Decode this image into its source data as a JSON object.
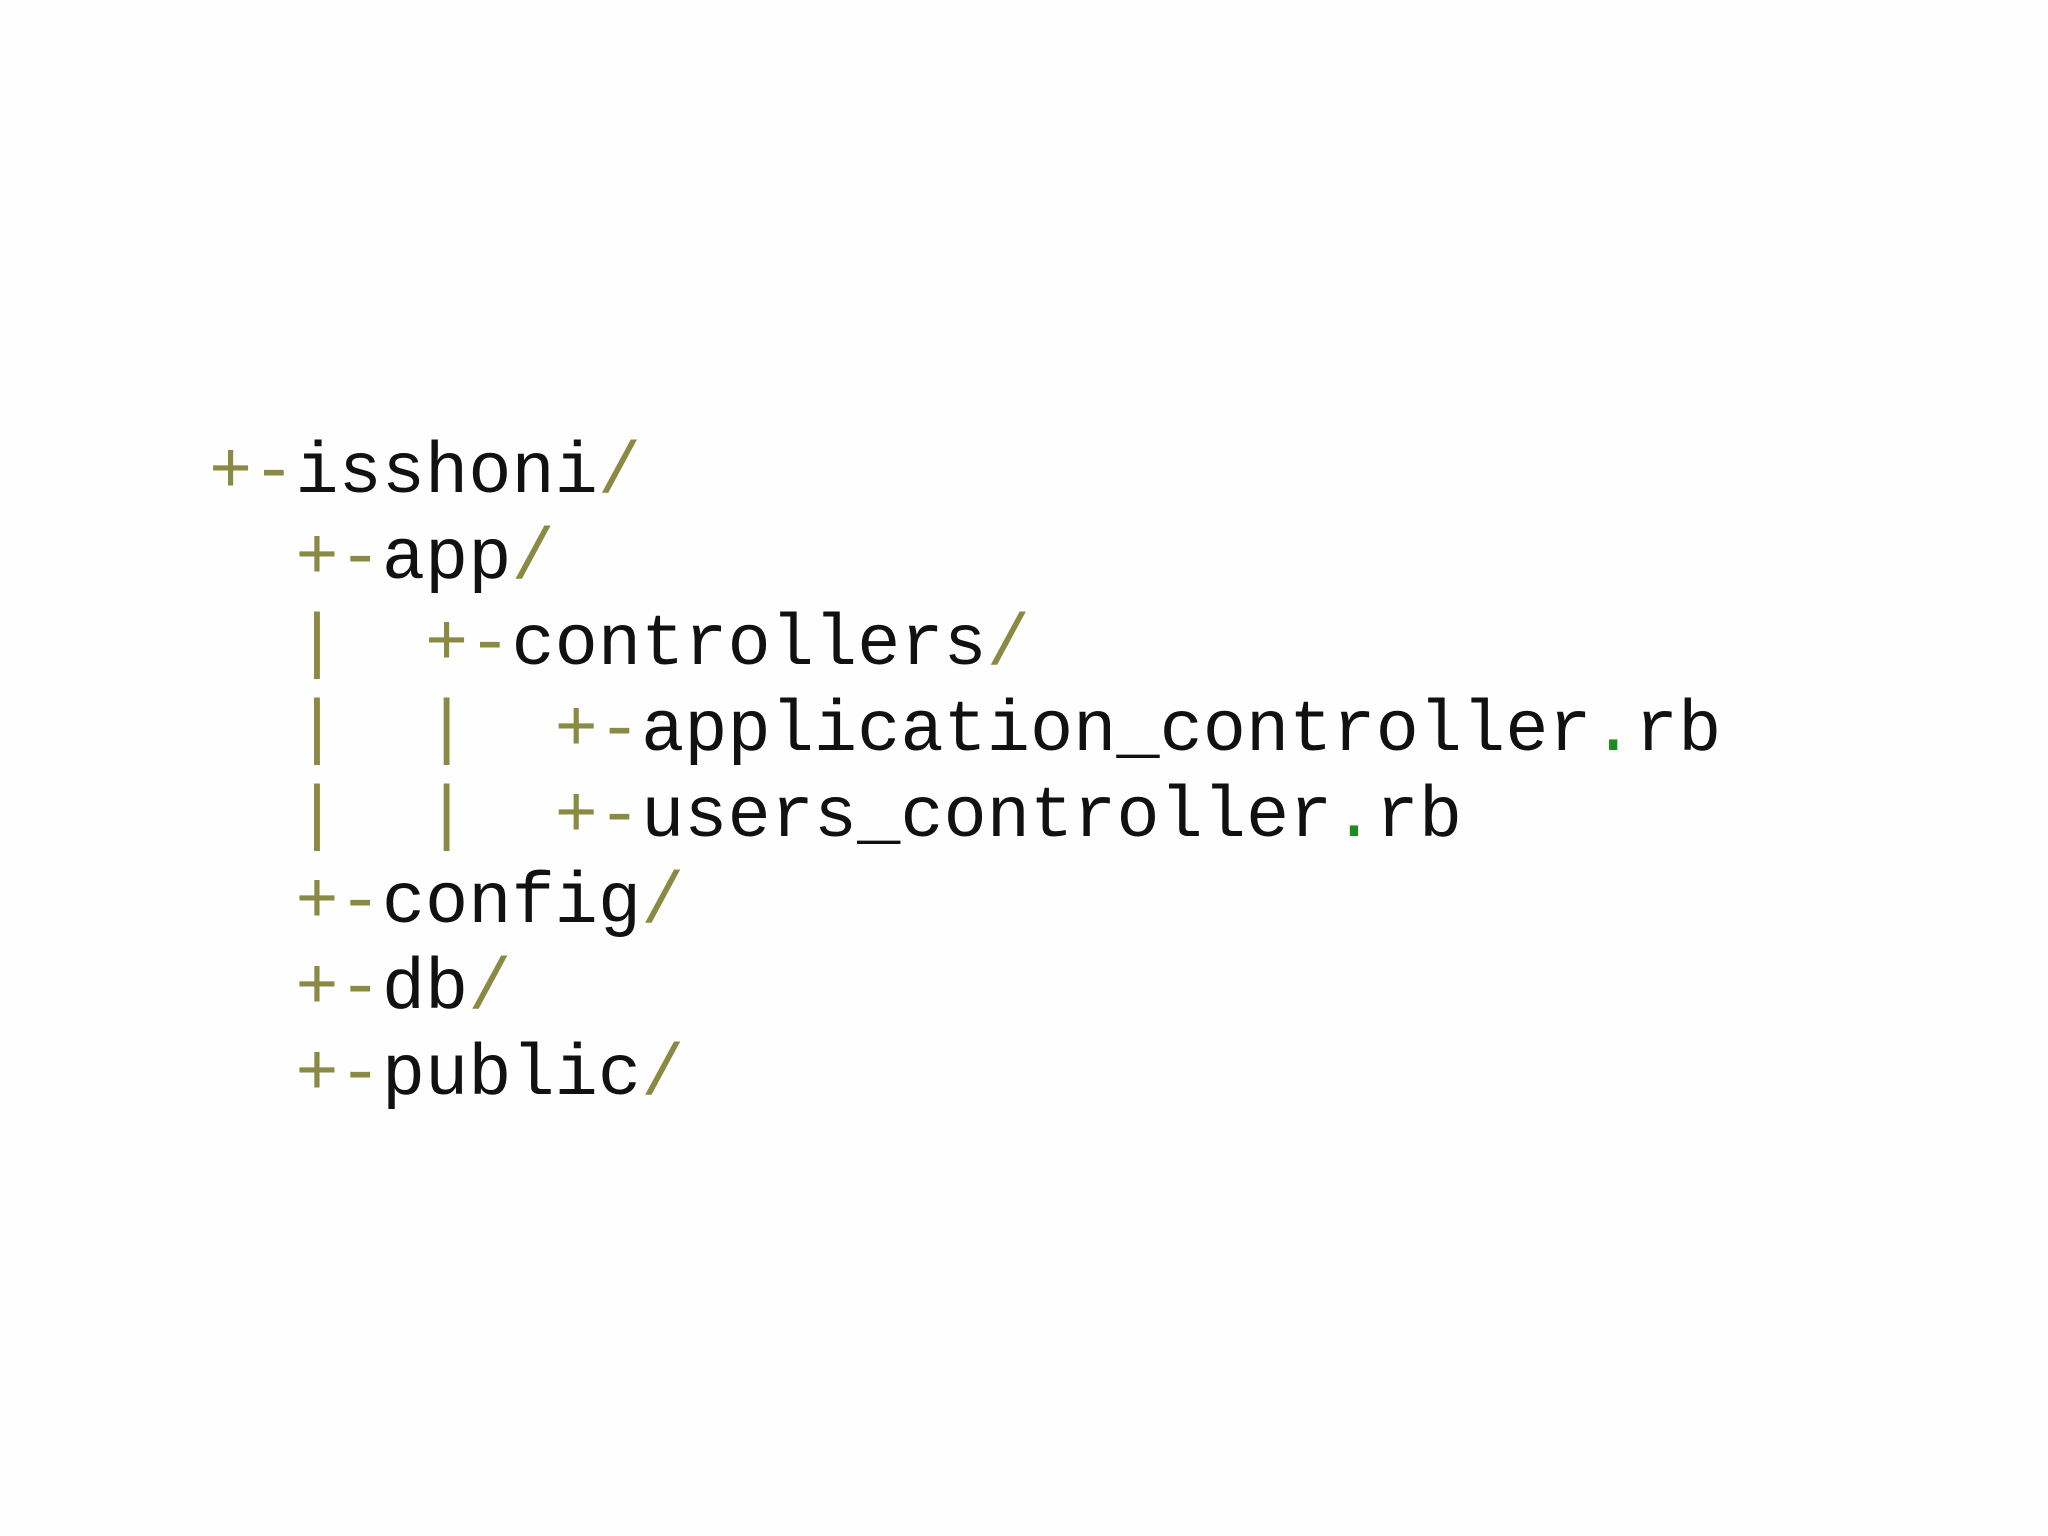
{
  "colors": {
    "background": "#fefefe",
    "text": "#111111",
    "connector": "#8a8a45",
    "dot": "#1e8c1e"
  },
  "tree": {
    "lines": [
      {
        "name": "tree-line-isshoni",
        "segments": [
          {
            "kind": "connector",
            "text": "+-"
          },
          {
            "kind": "name",
            "text": "isshoni"
          },
          {
            "kind": "slash",
            "text": "/"
          }
        ]
      },
      {
        "name": "tree-line-app",
        "segments": [
          {
            "kind": "guide",
            "text": "  "
          },
          {
            "kind": "connector",
            "text": "+-"
          },
          {
            "kind": "name",
            "text": "app"
          },
          {
            "kind": "slash",
            "text": "/"
          }
        ]
      },
      {
        "name": "tree-line-controllers",
        "segments": [
          {
            "kind": "guide",
            "text": "  |  "
          },
          {
            "kind": "connector",
            "text": "+-"
          },
          {
            "kind": "name",
            "text": "controllers"
          },
          {
            "kind": "slash",
            "text": "/"
          }
        ]
      },
      {
        "name": "tree-line-application-controller",
        "segments": [
          {
            "kind": "guide",
            "text": "  |  |  "
          },
          {
            "kind": "connector",
            "text": "+-"
          },
          {
            "kind": "name",
            "text": "application_controller"
          },
          {
            "kind": "dot",
            "text": "."
          },
          {
            "kind": "name",
            "text": "rb"
          }
        ]
      },
      {
        "name": "tree-line-users-controller",
        "segments": [
          {
            "kind": "guide",
            "text": "  |  |  "
          },
          {
            "kind": "connector",
            "text": "+-"
          },
          {
            "kind": "name",
            "text": "users_controller"
          },
          {
            "kind": "dot",
            "text": "."
          },
          {
            "kind": "name",
            "text": "rb"
          }
        ]
      },
      {
        "name": "tree-line-config",
        "segments": [
          {
            "kind": "guide",
            "text": "  "
          },
          {
            "kind": "connector",
            "text": "+-"
          },
          {
            "kind": "name",
            "text": "config"
          },
          {
            "kind": "slash",
            "text": "/"
          }
        ]
      },
      {
        "name": "tree-line-db",
        "segments": [
          {
            "kind": "guide",
            "text": "  "
          },
          {
            "kind": "connector",
            "text": "+-"
          },
          {
            "kind": "name",
            "text": "db"
          },
          {
            "kind": "slash",
            "text": "/"
          }
        ]
      },
      {
        "name": "tree-line-public",
        "segments": [
          {
            "kind": "guide",
            "text": "  "
          },
          {
            "kind": "connector",
            "text": "+-"
          },
          {
            "kind": "name",
            "text": "public"
          },
          {
            "kind": "slash",
            "text": "/"
          }
        ]
      }
    ]
  }
}
